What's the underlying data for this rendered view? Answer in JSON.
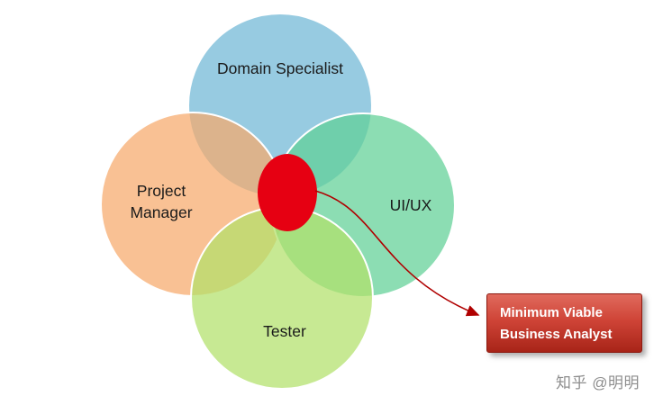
{
  "diagram": {
    "type": "venn",
    "circles": [
      {
        "label": "Domain Specialist",
        "color": "rgba(111,183,214,0.72)"
      },
      {
        "label": "Project Manager",
        "color": "rgba(247,169,107,0.72)"
      },
      {
        "label": "UI/UX",
        "color": "rgba(95,208,150,0.72)"
      },
      {
        "label": "Tester",
        "color": "rgba(177,224,106,0.72)"
      }
    ],
    "center_marker": {
      "color": "#e60012"
    },
    "arrow_color": "#b00000",
    "callout": {
      "line1": "Minimum Viable",
      "line2": "Business Analyst",
      "text_color": "#ffffff",
      "bg_color": "#c03227",
      "border_color": "#8c1a10"
    },
    "watermark": "知乎 @明明"
  }
}
